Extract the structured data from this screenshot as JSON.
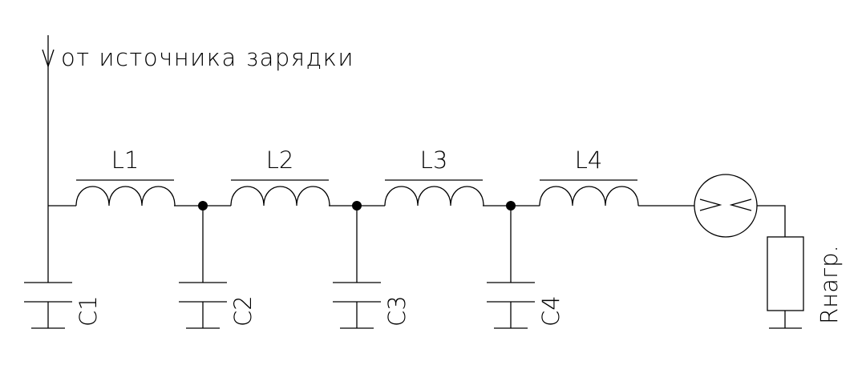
{
  "source_label": "от источника зарядки",
  "inductors": [
    "L1",
    "L2",
    "L3",
    "L4"
  ],
  "capacitors": [
    "C1",
    "C2",
    "C3",
    "C4"
  ],
  "load_resistor": "Rнагр.",
  "colors": {
    "line": "#000000",
    "background": "#ffffff"
  }
}
